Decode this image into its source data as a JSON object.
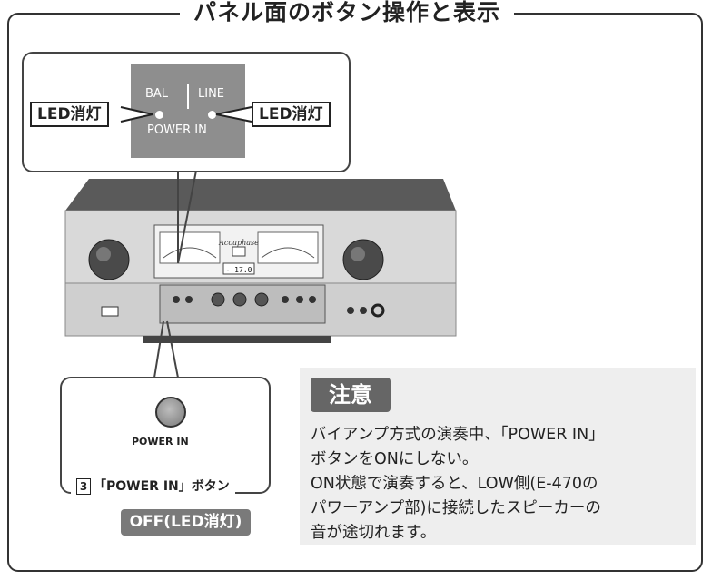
{
  "header": {
    "title": "パネル面のボタン操作と表示"
  },
  "led_callout": {
    "bal_label": "BAL",
    "line_label": "LINE",
    "power_in_label": "POWER IN",
    "left_led_status": "LED消灯",
    "right_led_status": "LED消灯"
  },
  "amplifier": {
    "brand": "Accuphase",
    "display": "- 17.0"
  },
  "button_callout": {
    "button_label": "POWER IN",
    "caption_number": "3",
    "caption_text": "「POWER IN」ボタン",
    "state_badge": "OFF(LED消灯)"
  },
  "note": {
    "heading": "注意",
    "line1": "バイアンプ方式の演奏中、「POWER IN」",
    "line2": "ボタンをONにしない。",
    "line3": "ON状態で演奏すると、LOW側(E-470の",
    "line4": "パワーアンプ部)に接続したスピーカーの",
    "line5": "音が途切れます。"
  },
  "colors": {
    "panel_gray": "#8e8e8e",
    "badge_gray": "#7a7a7a",
    "note_bg": "#eeeeee"
  }
}
